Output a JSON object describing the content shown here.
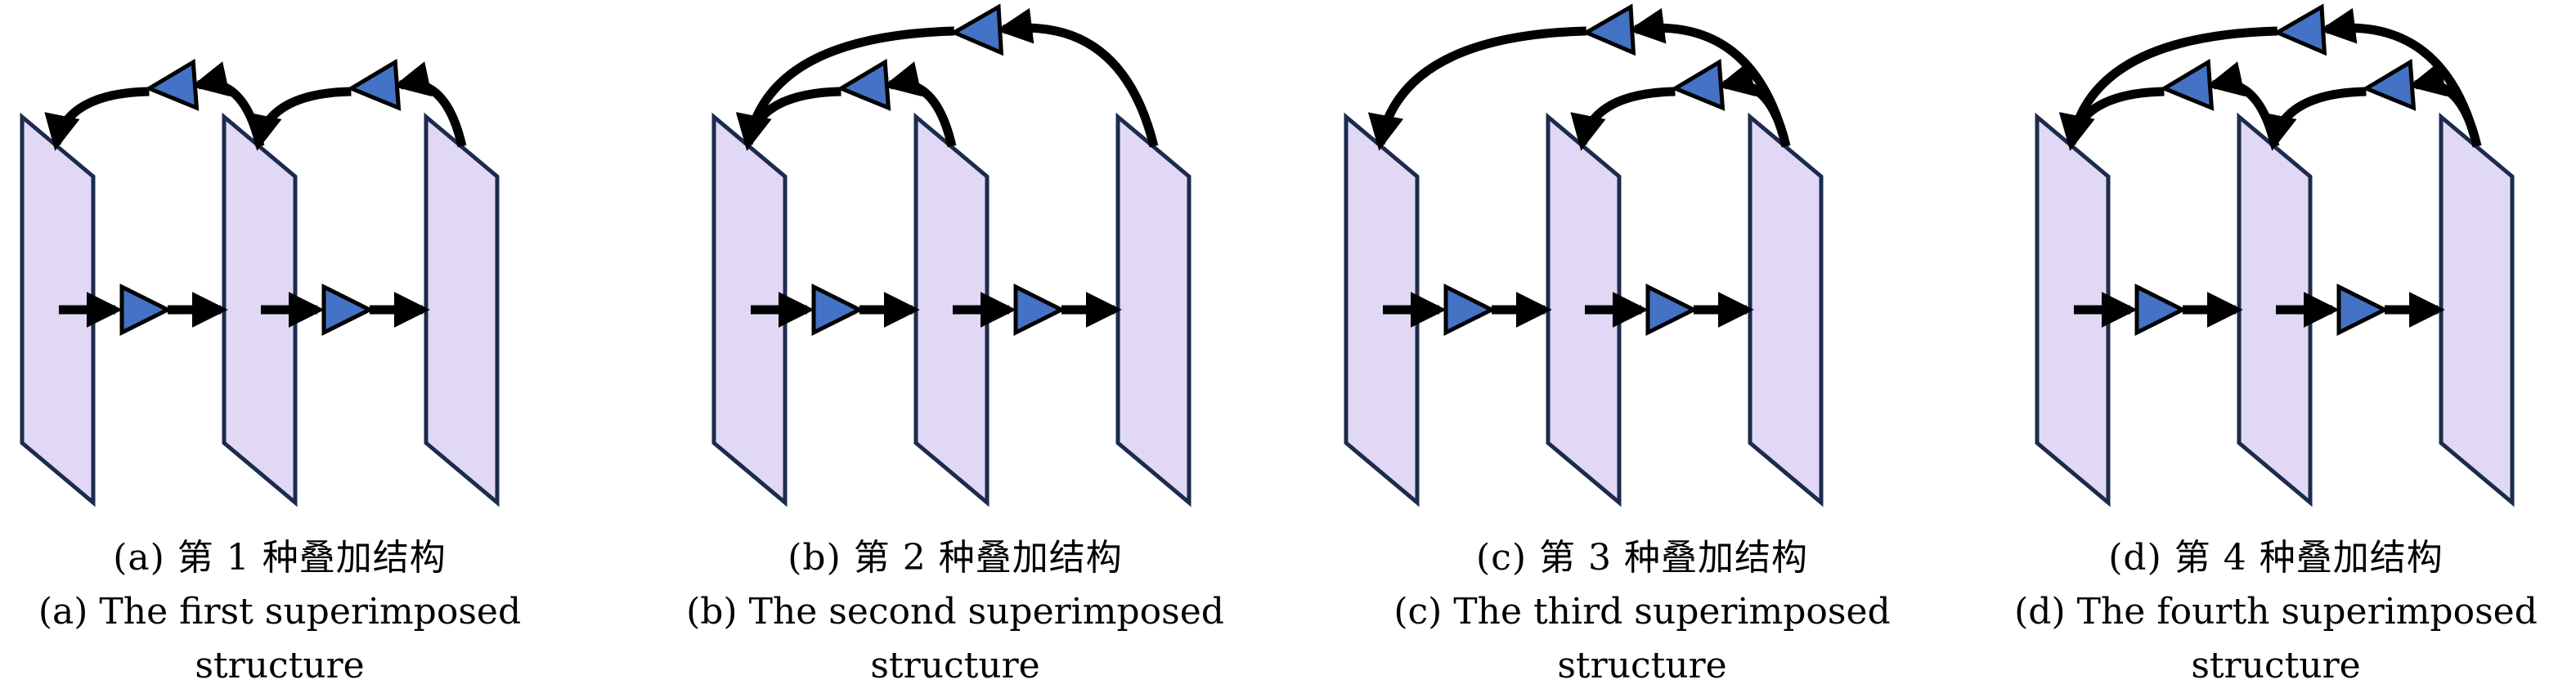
{
  "figure": {
    "colors": {
      "plane_fill": "#e0d8f4",
      "plane_stroke": "#1c2b4d",
      "amplifier_fill": "#4472c4",
      "amplifier_stroke": "#000000",
      "arrow": "#000000"
    },
    "panels": [
      {
        "id": "a",
        "planes": 3,
        "forward_chain": [
          "plane-1",
          "amplifier",
          "plane-2",
          "amplifier",
          "plane-3"
        ],
        "feedback_arcs": [
          {
            "from": 2,
            "to": 1,
            "level": 1
          },
          {
            "from": 3,
            "to": 2,
            "level": 1
          }
        ],
        "caption_cn": "(a) 第 1 种叠加结构",
        "caption_en_line1": "(a) The first superimposed",
        "caption_en_line2": "structure"
      },
      {
        "id": "b",
        "planes": 3,
        "forward_chain": [
          "plane-1",
          "amplifier",
          "plane-2",
          "amplifier",
          "plane-3"
        ],
        "feedback_arcs": [
          {
            "from": 2,
            "to": 1,
            "level": 1
          },
          {
            "from": 3,
            "to": 1,
            "level": 2
          }
        ],
        "caption_cn": "(b) 第 2 种叠加结构",
        "caption_en_line1": "(b) The second superimposed",
        "caption_en_line2": "structure"
      },
      {
        "id": "c",
        "planes": 3,
        "forward_chain": [
          "plane-1",
          "amplifier",
          "plane-2",
          "amplifier",
          "plane-3"
        ],
        "feedback_arcs": [
          {
            "from": 3,
            "to": 1,
            "level": 2
          },
          {
            "from": 3,
            "to": 2,
            "level": 1
          }
        ],
        "caption_cn": "(c) 第 3 种叠加结构",
        "caption_en_line1": "(c) The third superimposed",
        "caption_en_line2": "structure"
      },
      {
        "id": "d",
        "planes": 3,
        "forward_chain": [
          "plane-1",
          "amplifier",
          "plane-2",
          "amplifier",
          "plane-3"
        ],
        "feedback_arcs": [
          {
            "from": 3,
            "to": 1,
            "level": 2
          },
          {
            "from": 2,
            "to": 1,
            "level": 1
          },
          {
            "from": 3,
            "to": 2,
            "level": 1
          }
        ],
        "caption_cn": "(d) 第 4 种叠加结构",
        "caption_en_line1": "(d) The fourth superimposed",
        "caption_en_line2": "structure"
      }
    ]
  }
}
